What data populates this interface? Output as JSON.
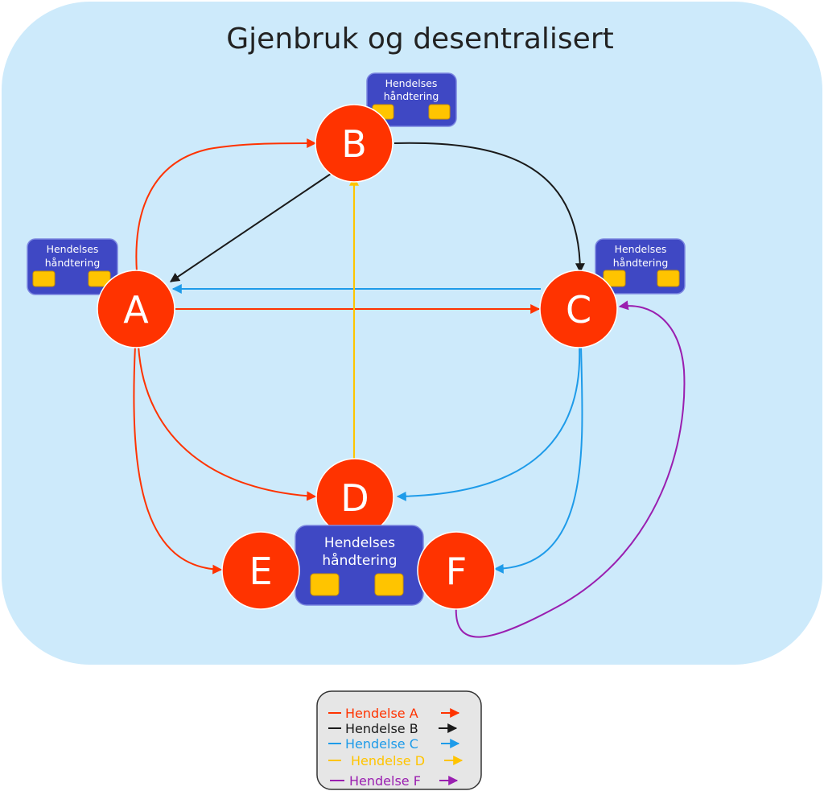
{
  "title": "Gjenbruk og desentralisert",
  "colors": {
    "panel": "#cdeafb",
    "node": "#ff3300",
    "handler": "#3f48c4",
    "slot": "#ffc400",
    "event_a": "#ff3300",
    "event_b": "#1a1a1a",
    "event_c": "#1e9be9",
    "event_d": "#ffc400",
    "event_f": "#9a1fb0"
  },
  "nodes": [
    {
      "id": "A",
      "label": "A"
    },
    {
      "id": "B",
      "label": "B"
    },
    {
      "id": "C",
      "label": "C"
    },
    {
      "id": "D",
      "label": "D"
    },
    {
      "id": "E",
      "label": "E"
    },
    {
      "id": "F",
      "label": "F"
    }
  ],
  "handlers": [
    {
      "id": "handler-b",
      "line1": "Hendelses",
      "line2": "håndtering"
    },
    {
      "id": "handler-a",
      "line1": "Hendelses",
      "line2": "håndtering"
    },
    {
      "id": "handler-c",
      "line1": "Hendelses",
      "line2": "håndtering"
    },
    {
      "id": "handler-ef",
      "line1": "Hendelses",
      "line2": "håndtering"
    }
  ],
  "legend": [
    {
      "label": "Hendelse A",
      "color": "#ff3300"
    },
    {
      "label": "Hendelse B",
      "color": "#1a1a1a"
    },
    {
      "label": "Hendelse C",
      "color": "#1e9be9"
    },
    {
      "label": "Hendelse D",
      "color": "#ffc400"
    },
    {
      "label": "Hendelse F",
      "color": "#9a1fb0"
    }
  ]
}
